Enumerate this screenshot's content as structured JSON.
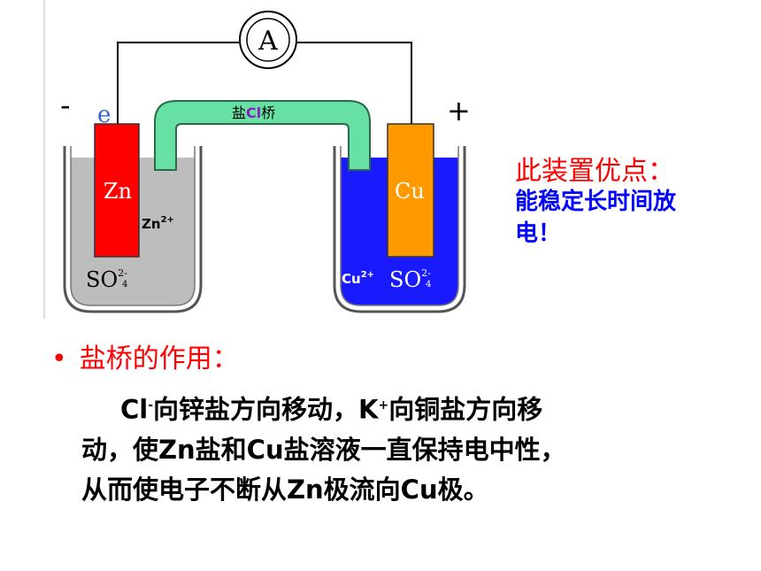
{
  "diagram": {
    "ammeter": "A",
    "minus": "-",
    "plus": "+",
    "electron": "e",
    "salt_bridge": "盐",
    "salt_bridge_ion": "Cl",
    "salt_bridge_tail": "桥",
    "zn_label": "Zn",
    "zn_ion": "Zn",
    "zn_ion_charge": "2+",
    "left_so4": "SO",
    "so4_charge": "2-",
    "so4_sub": "4",
    "cu_label": "Cu",
    "cu_ion": "Cu",
    "cu_ion_charge": "2+",
    "right_so4": "SO"
  },
  "side_note": {
    "title": "此装置优点：",
    "line1": "能稳定长时间放",
    "line2": "电！"
  },
  "bullet": {
    "dot": "•",
    "title": "盐桥的作用："
  },
  "paragraph": {
    "line1_a": "Cl",
    "line1_sup1": "-",
    "line1_b": "向锌盐方向移动，K",
    "line1_sup2": "+",
    "line1_c": "向铜盐方向移",
    "line2": "动，使Zn盐和Cu盐溶液一直保持电中性，",
    "line3": "从而使电子不断从Zn极流向Cu极。"
  },
  "colors": {
    "zn_electrode": "#ff0000",
    "cu_electrode": "#ff9900",
    "left_solution": "#bdbdbd",
    "right_solution": "#1a1aff",
    "salt_bridge": "#66e0a3"
  }
}
